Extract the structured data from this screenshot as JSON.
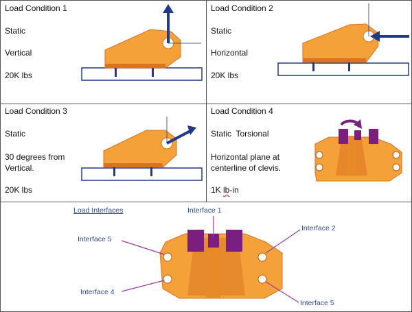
{
  "colors": {
    "arrow": "#1f3a8a",
    "bracket_orange": "#f5a13a",
    "bracket_dark": "#d9731f",
    "clamp_purple": "#7a1f7f",
    "label_blue": "#2e4a96",
    "leader_purple": "#9b3ba0"
  },
  "cond1": {
    "title": "Load Condition 1",
    "line1": "Static",
    "line2": "Vertical",
    "line3": "20K lbs"
  },
  "cond2": {
    "title": "Load Condition 2",
    "line1": "Static",
    "line2": "Horizontal",
    "line3": "20K lbs"
  },
  "cond3": {
    "title": "Load Condition 3",
    "line1": "Static",
    "line2": "30 degrees from",
    "line2b": "Vertical.",
    "line3": "20K lbs"
  },
  "cond4": {
    "title": "Load Condition 4",
    "line1": "Static  Torsional",
    "line2": "Horizontal plane at",
    "line2b": "centerline of clevis.",
    "line3_a": "1K ",
    "line3_b": "lb",
    "line3_c": "-in"
  },
  "interfaces": {
    "heading": "Load Interfaces",
    "i1": "Interface 1",
    "i2": "Interface 2",
    "i5a": "Interface 5",
    "i4": "Interface 4",
    "i5b": "Interface 5"
  }
}
